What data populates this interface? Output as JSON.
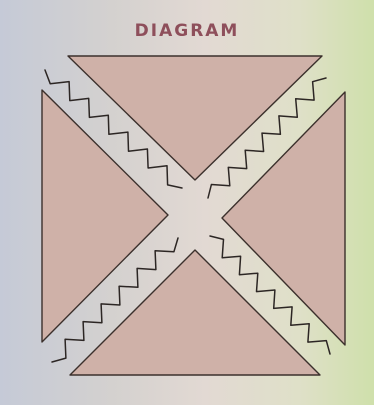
{
  "title": "DIAGRAM",
  "colors": {
    "title": "#8e4f5b",
    "triangle_fill": "#cfb1a8",
    "triangle_stroke": "#3b302c",
    "zigzag_stroke": "#2c2624"
  },
  "shapes": {
    "triangles": [
      {
        "position": "top"
      },
      {
        "position": "left"
      },
      {
        "position": "right"
      },
      {
        "position": "bottom"
      }
    ],
    "zigzag_lines": [
      {
        "corner": "top-left"
      },
      {
        "corner": "top-right"
      },
      {
        "corner": "bottom-left"
      },
      {
        "corner": "bottom-right"
      }
    ]
  }
}
